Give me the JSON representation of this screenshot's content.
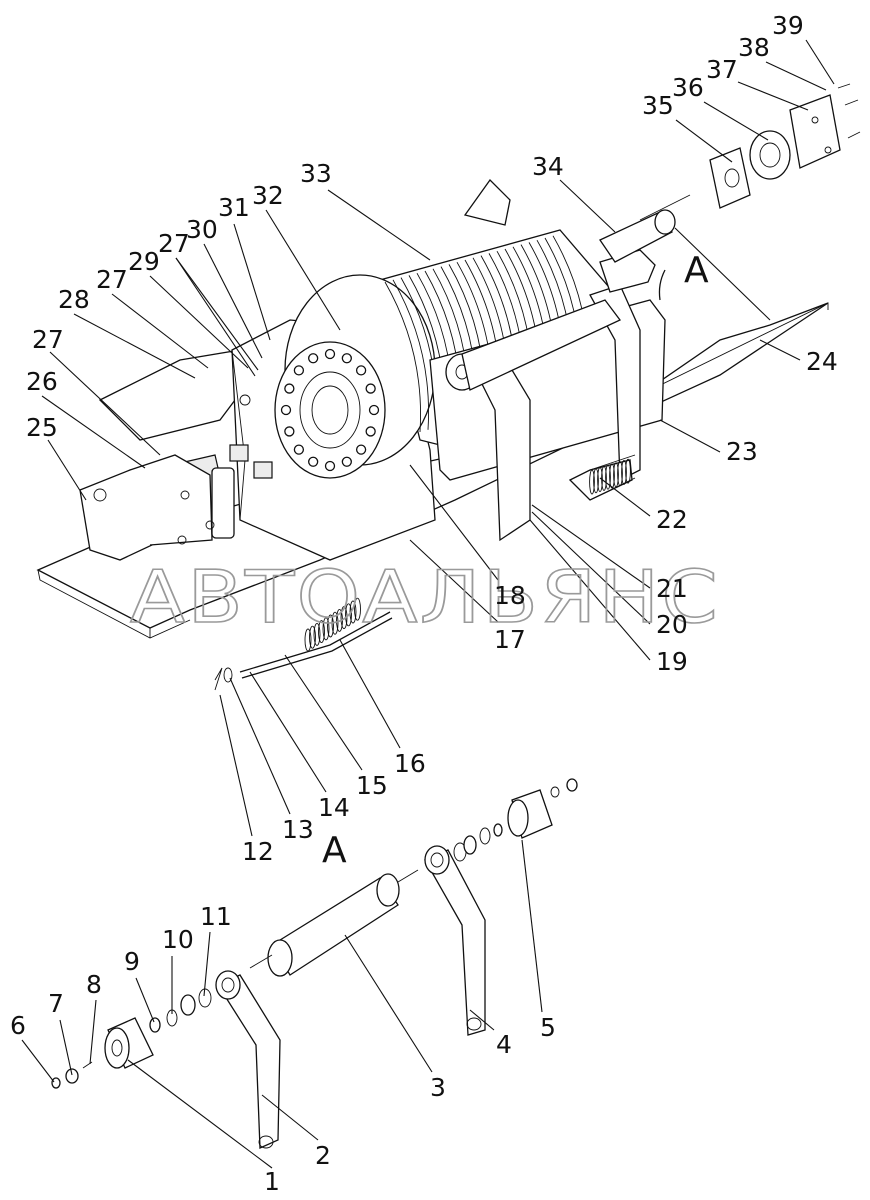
{
  "watermark": "АВТОАЛЬЯНС",
  "view_labels": [
    "A",
    "A"
  ],
  "callouts": [
    "1",
    "2",
    "3",
    "4",
    "5",
    "6",
    "7",
    "8",
    "9",
    "10",
    "11",
    "12",
    "13",
    "14",
    "15",
    "16",
    "17",
    "18",
    "19",
    "20",
    "21",
    "22",
    "23",
    "24",
    "25",
    "26",
    "27",
    "27",
    "27",
    "28",
    "29",
    "30",
    "31",
    "32",
    "33",
    "34",
    "35",
    "36",
    "37",
    "38",
    "39"
  ]
}
